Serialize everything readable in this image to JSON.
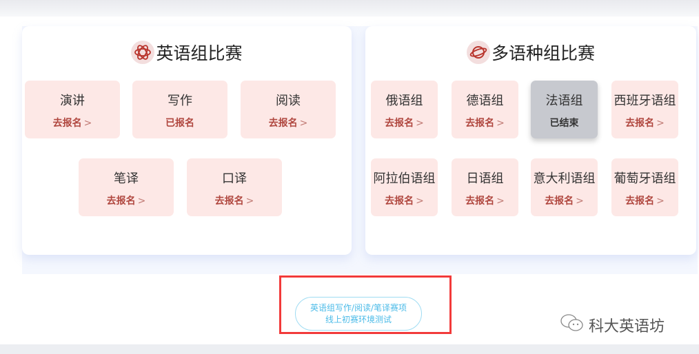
{
  "english": {
    "title": "英语组比赛",
    "tiles": [
      {
        "name": "演讲",
        "status": "去报名",
        "chevron": true
      },
      {
        "name": "写作",
        "status": "已报名",
        "chevron": false
      },
      {
        "name": "阅读",
        "status": "去报名",
        "chevron": true
      },
      {
        "name": "笔译",
        "status": "去报名",
        "chevron": true
      },
      {
        "name": "口译",
        "status": "去报名",
        "chevron": true
      }
    ]
  },
  "multi": {
    "title": "多语种组比赛",
    "tiles": [
      {
        "name": "俄语组",
        "status": "去报名",
        "chevron": true
      },
      {
        "name": "德语组",
        "status": "去报名",
        "chevron": true
      },
      {
        "name": "法语组",
        "status": "已结束",
        "chevron": false
      },
      {
        "name": "西班牙语组",
        "status": "去报名",
        "chevron": true
      },
      {
        "name": "阿拉伯语组",
        "status": "去报名",
        "chevron": true
      },
      {
        "name": "日语组",
        "status": "去报名",
        "chevron": true
      },
      {
        "name": "意大利语组",
        "status": "去报名",
        "chevron": true
      },
      {
        "name": "葡萄牙语组",
        "status": "去报名",
        "chevron": true
      }
    ]
  },
  "test_button": {
    "line1": "英语组写作/阅读/笔译赛项",
    "line2": "线上初赛环境测试"
  },
  "watermark": "科大英语坊"
}
